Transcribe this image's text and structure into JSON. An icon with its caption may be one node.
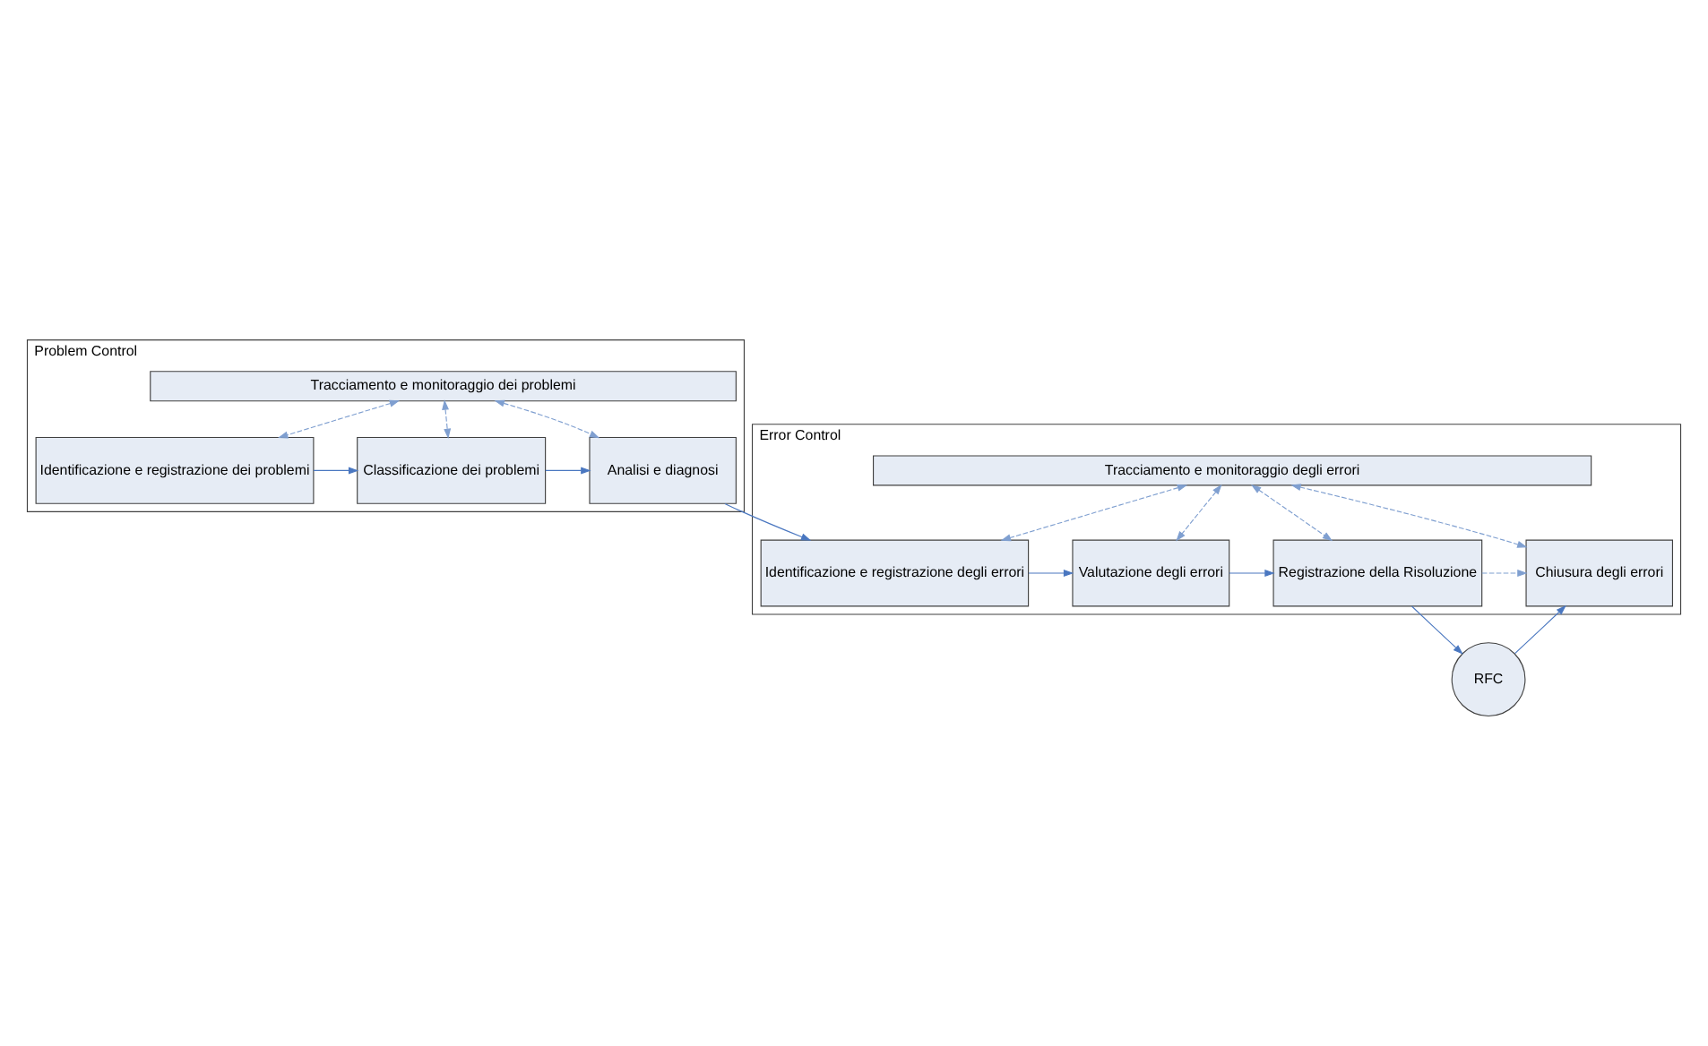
{
  "diagram": {
    "nodes": [
      {
        "text": [
          "Problem Control"
        ]
      },
      {
        "text": [
          "Tracciamento e monitoraggio dei problemi"
        ],
        "in": 0
      },
      {
        "text": [
          "Identificazione e registrazione dei problemi"
        ],
        "in": 0
      },
      {
        "text": [
          "Classificazione dei problemi"
        ],
        "in": 0
      },
      {
        "text": [
          "Analisi e diagnosi"
        ],
        "in": 0
      },
      {
        "text": [
          "Error Control"
        ]
      },
      {
        "text": [
          "Tracciamento e monitoraggio degli errori"
        ],
        "in": 5
      },
      {
        "text": [
          "Identificazione e registrazione degli errori"
        ],
        "in": 5
      },
      {
        "text": [
          "Valutazione degli errori"
        ],
        "in": 5
      },
      {
        "text": [
          "Registrazione della Risoluzione"
        ],
        "in": 5
      },
      {
        "text": [
          "Chiusura degli errori"
        ],
        "in": 5
      },
      {
        "text": [
          "RFC"
        ]
      }
    ],
    "edges": [
      {
        "from": 1,
        "to": 2,
        "arrow": "both",
        "style": "dashed"
      },
      {
        "from": 1,
        "to": 3,
        "arrow": "both",
        "style": "dashed"
      },
      {
        "from": 1,
        "to": 4,
        "arrow": "both",
        "style": "dashed"
      },
      {
        "from": 2,
        "to": 3,
        "arrow": "to"
      },
      {
        "from": 3,
        "to": 4,
        "arrow": "to"
      },
      {
        "from": 4,
        "to": 7,
        "arrow": "to"
      },
      {
        "from": 6,
        "to": 7,
        "arrow": "both",
        "style": "dashed"
      },
      {
        "from": 6,
        "to": 8,
        "arrow": "both",
        "style": "dashed"
      },
      {
        "from": 6,
        "to": 9,
        "arrow": "both",
        "style": "dashed"
      },
      {
        "from": 6,
        "to": 10,
        "arrow": "both",
        "style": "dashed"
      },
      {
        "from": 7,
        "to": 8,
        "arrow": "to"
      },
      {
        "from": 8,
        "to": 9,
        "arrow": "to"
      },
      {
        "from": 9,
        "to": 10,
        "arrow": "to",
        "style": "dashed"
      },
      {
        "from": 9,
        "to": 11,
        "arrow": "to"
      },
      {
        "from": 11,
        "to": 10,
        "arrow": "to"
      }
    ]
  }
}
